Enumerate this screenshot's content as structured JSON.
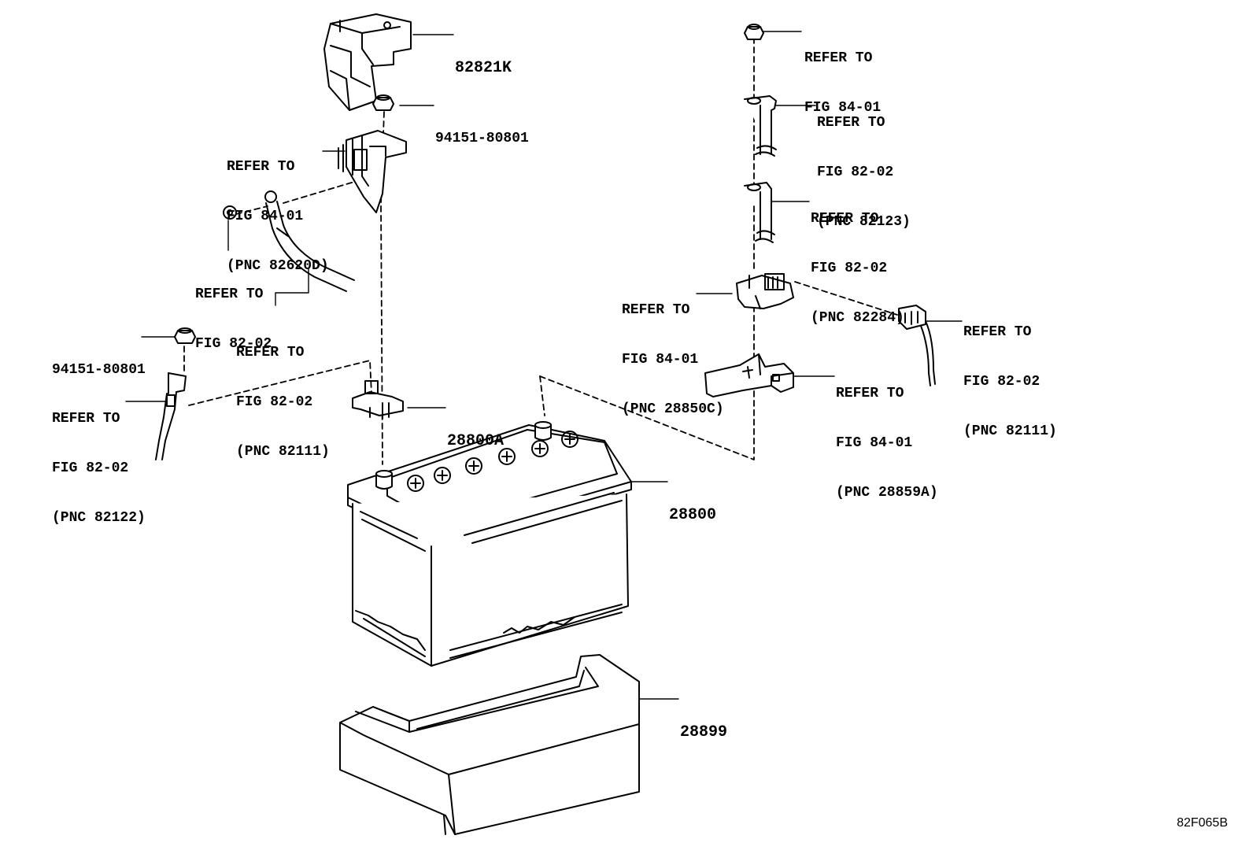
{
  "callouts": [
    {
      "id": "82821K",
      "lines": [
        "82821K"
      ]
    },
    {
      "id": "94151-top",
      "lines": [
        "94151-80801"
      ]
    },
    {
      "id": "ref-826200",
      "lines": [
        "REFER TO",
        "FIG 84-01",
        "(PNC 82620D)"
      ]
    },
    {
      "id": "ref-fig8202-a",
      "lines": [
        "REFER TO",
        "FIG 82-02"
      ]
    },
    {
      "id": "ref-82111-a",
      "lines": [
        "REFER TO",
        "FIG 82-02",
        "(PNC 82111)"
      ]
    },
    {
      "id": "94151-left",
      "lines": [
        "94151-80801"
      ]
    },
    {
      "id": "ref-82122",
      "lines": [
        "REFER TO",
        "FIG 82-02",
        "(PNC 82122)"
      ]
    },
    {
      "id": "28800A",
      "lines": [
        "28800A"
      ]
    },
    {
      "id": "28800",
      "lines": [
        "28800"
      ]
    },
    {
      "id": "28899",
      "lines": [
        "28899"
      ]
    },
    {
      "id": "ref-fig8401-top",
      "lines": [
        "REFER TO",
        "FIG 84-01"
      ]
    },
    {
      "id": "ref-82123",
      "lines": [
        "REFER TO",
        "FIG 82-02",
        "(PNC 82123)"
      ]
    },
    {
      "id": "ref-82284",
      "lines": [
        "REFER TO",
        "FIG 82-02",
        "(PNC 82284)"
      ]
    },
    {
      "id": "ref-28850C",
      "lines": [
        "REFER TO",
        "FIG 84-01",
        "(PNC 28850C)"
      ]
    },
    {
      "id": "ref-82111-b",
      "lines": [
        "REFER TO",
        "FIG 82-02",
        "(PNC 82111)"
      ]
    },
    {
      "id": "ref-28859A",
      "lines": [
        "REFER TO",
        "FIG 84-01",
        "(PNC 28859A)"
      ]
    }
  ],
  "figure_code": "82F065B"
}
